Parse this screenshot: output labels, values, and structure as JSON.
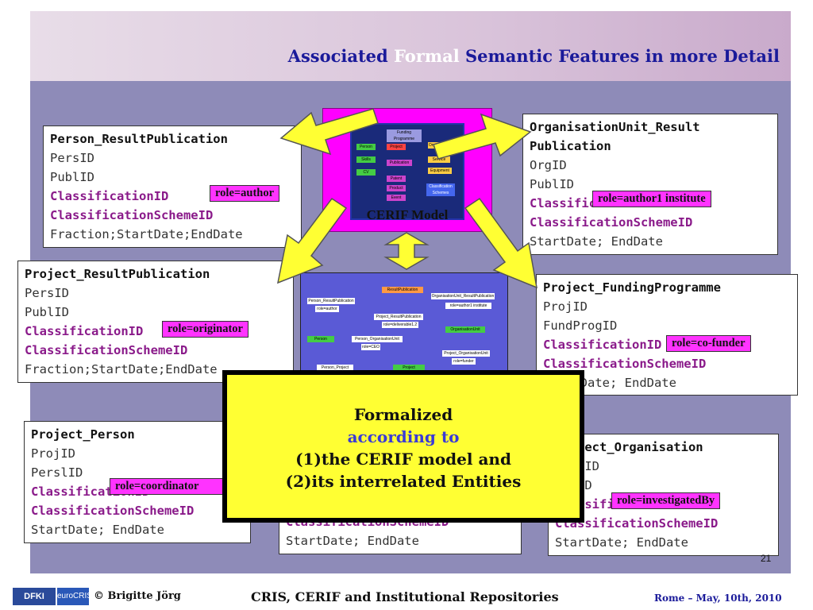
{
  "title": {
    "part1": "Associated ",
    "part2": "Formal",
    "part3": " Semantic Features in more Detail"
  },
  "cerif_model": {
    "label": "CERIF Model",
    "mini_labels": [
      "Funding Programme",
      "Person",
      "Project",
      "Organisation",
      "Skills",
      "Publication",
      "Service",
      "CV",
      "Equipment",
      "Patent",
      "Product",
      "Classification Schemes",
      "Event"
    ]
  },
  "boxes": {
    "person_result": {
      "header": "Person_ResultPublication",
      "lines": [
        "PersID",
        "PublID"
      ],
      "class_id": "ClassificationID",
      "scheme": "ClassificationSchemeID",
      "tail": "Fraction;StartDate;EndDate",
      "role": "role=author"
    },
    "project_result": {
      "header": "Project_ResultPublication",
      "lines": [
        "PersID",
        "PublID"
      ],
      "class_id": "ClassificationID",
      "scheme": "ClassificationSchemeID",
      "tail": "Fraction;StartDate;EndDate",
      "role": "role=originator"
    },
    "orgunit_result": {
      "header1": "OrganisationUnit_Result",
      "header2": "Publication",
      "lines": [
        "OrgID",
        "PublID"
      ],
      "class_id": "ClassificationID",
      "scheme": "ClassificationSchemeID",
      "tail": "StartDate; EndDate",
      "role": "role=author1 institute"
    },
    "project_funding": {
      "header": "Project_FundingProgramme",
      "lines": [
        "ProjID",
        "FundProgID"
      ],
      "class_id": "ClassificationID",
      "scheme": "ClassificationSchemeID",
      "tail": "StartDate; EndDate",
      "role": "role=co-funder"
    },
    "project_person": {
      "header": "Project_Person",
      "lines": [
        "ProjID",
        "PerslID"
      ],
      "class_id": "ClassificationID",
      "scheme": "ClassificationSchemeID",
      "tail": "StartDate; EndDate",
      "role": "role=coordinator"
    },
    "project_org": {
      "header": "Project_Organisation",
      "lines": [
        "ProjID",
        "OrgID"
      ],
      "class_id": "ClassificationID",
      "scheme": "ClassificationSchemeID",
      "tail": "StartDate; EndDate",
      "role": "role=investigatedBy"
    },
    "center_bottom": {
      "scheme": "ClassificationSchemeID",
      "tail": "StartDate; EndDate"
    }
  },
  "diagram": {
    "labels": [
      "ResultPublication",
      "Person_ResultPublication",
      "role=author",
      "OrganisationUnit_ResultPublication",
      "role=author1 institute",
      "Project_ResultPublication",
      "role=deliverable1.2",
      "OrganisationUnit",
      "Person",
      "Person_OrganisationUnit",
      "role=CEO",
      "Project_OrganisationUnit",
      "role=funder",
      "Person_Project",
      "Project"
    ]
  },
  "formalized": {
    "line1": "Formalized",
    "line2": "according to",
    "line3": "(1)the CERIF model and",
    "line4": "(2)its interrelated Entities"
  },
  "footer": {
    "left": "© Brigitte Jörg",
    "center": "CRIS, CERIF and Institutional Repositories",
    "right": "Rome – May, 10th, 2010",
    "page": "21",
    "logo1": "DFKI",
    "logo2": "euroCRIS"
  },
  "colors": {
    "header_bg": "#d9c3da",
    "title": "#1a1a9a",
    "panel": "#8e8bb8",
    "role_bg": "#ff33ff",
    "class_text": "#8a1a8a",
    "formal_bg": "#ffff33",
    "arrow": "#ffff33",
    "cerif_bg": "#ff00ff"
  }
}
